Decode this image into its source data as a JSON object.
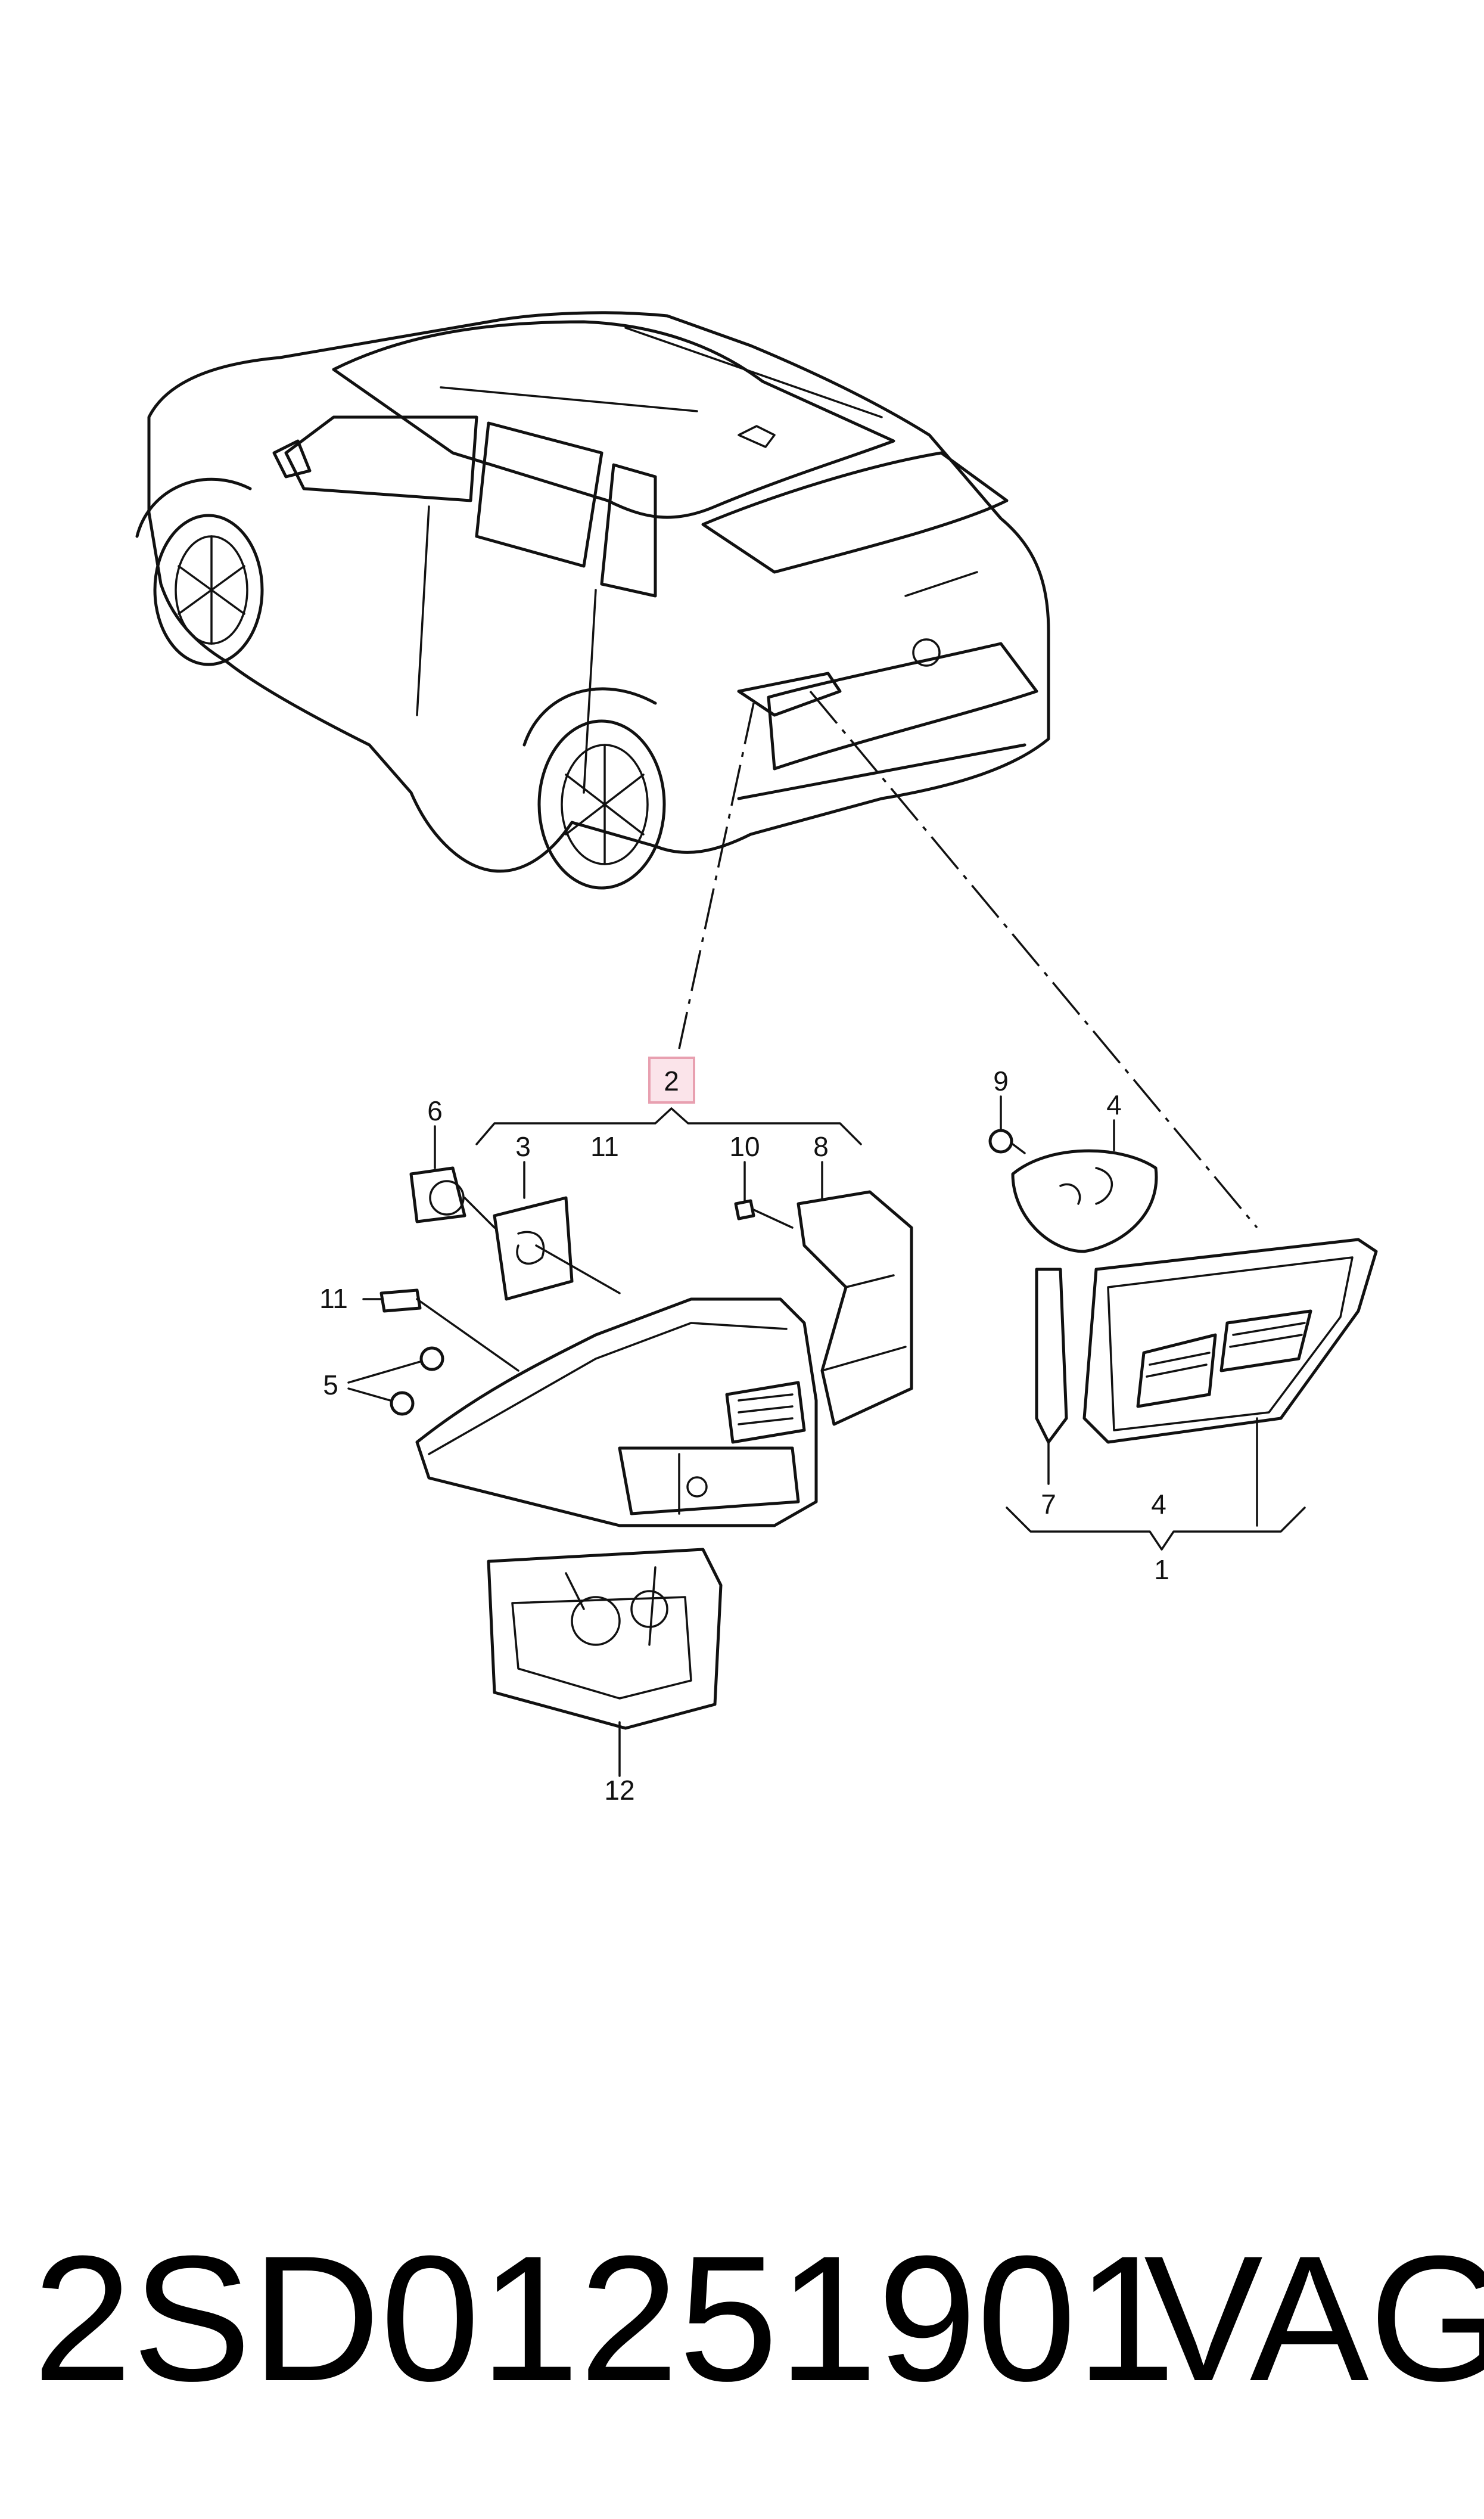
{
  "callouts": {
    "c1": "1",
    "c2": "2",
    "c3": "3",
    "c4a": "4",
    "c4b": "4",
    "c5": "5",
    "c6": "6",
    "c7": "7",
    "c8": "8",
    "c9": "9",
    "c10": "10",
    "c11a": "11",
    "c11b": "11",
    "c12": "12"
  },
  "highlight_color": "#e8a0b0",
  "footer": {
    "part_number": "2SD01251901",
    "brand": "VAG"
  }
}
